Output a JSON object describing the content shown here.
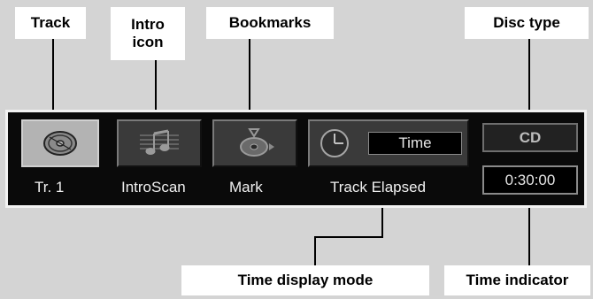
{
  "callouts": {
    "track": "Track",
    "intro_icon": "Intro\nicon",
    "bookmarks": "Bookmarks",
    "disc_type": "Disc type",
    "time_display_mode": "Time display mode",
    "time_indicator": "Time indicator"
  },
  "toolbar": {
    "track_label": "Tr. 1",
    "intro_label": "IntroScan",
    "mark_label": "Mark",
    "time_mode_label": "Track Elapsed",
    "time_button_text": "Time"
  },
  "status": {
    "disc_type": "CD",
    "time": "0:30:00"
  },
  "icons": {
    "track": "disc-icon",
    "intro": "music-notes-icon",
    "bookmark": "bookmark-disc-icon",
    "time_mode": "clock-icon"
  },
  "colors": {
    "background": "#d4d4d4",
    "panel": "#0a0a0a",
    "button": "#3a3a3a",
    "active_button": "#b3b3b3"
  }
}
